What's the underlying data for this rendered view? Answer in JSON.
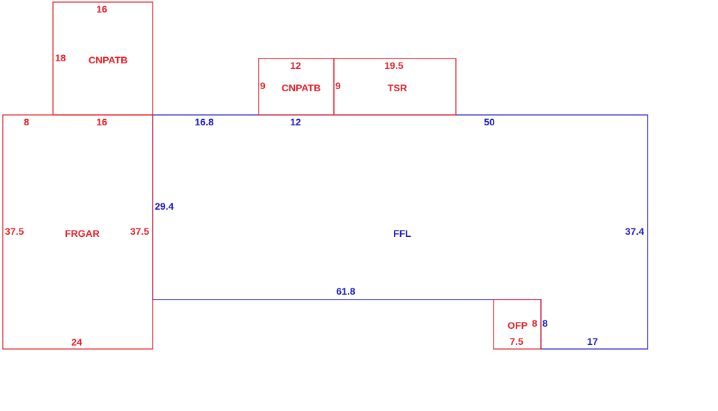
{
  "colors": {
    "red": "#e8202a",
    "blue": "#1a1acc"
  },
  "areas": {
    "cnpatb_top": {
      "name": "CNPATB",
      "dims": {
        "top": "16",
        "left": "18"
      }
    },
    "frgar": {
      "name": "FRGAR",
      "dims": {
        "top_left": "8",
        "top_right": "16",
        "left": "37.5",
        "right": "37.5",
        "bottom": "24"
      }
    },
    "cnpatb_mid": {
      "name": "CNPATB",
      "dims": {
        "top": "12",
        "left": "9"
      }
    },
    "tsr": {
      "name": "TSR",
      "dims": {
        "top": "19.5",
        "left": "9"
      }
    },
    "ffl": {
      "name": "FFL",
      "dims": {
        "top_left": "16.8",
        "top_mid": "12",
        "top_right": "50",
        "left": "29.4",
        "right": "37.4",
        "bottom": "61.8",
        "step": "8",
        "bottom_right": "17"
      }
    },
    "ofp": {
      "name": "OFP",
      "dims": {
        "side": "8",
        "bottom": "7.5"
      }
    }
  }
}
